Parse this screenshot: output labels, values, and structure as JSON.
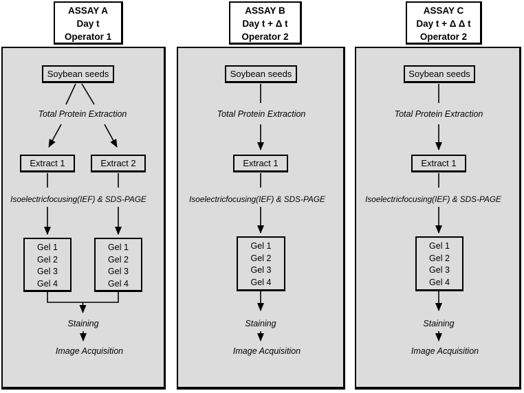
{
  "assays": [
    {
      "title": "ASSAY A",
      "day": "Day t",
      "operator": "Operator 1",
      "extracts": [
        "Extract 1",
        "Extract 2"
      ]
    },
    {
      "title": "ASSAY B",
      "day": "Day t + Δ t",
      "operator": "Operator 2",
      "extracts": [
        "Extract 1"
      ]
    },
    {
      "title": "ASSAY C",
      "day": "Day t + Δ Δ t",
      "operator": "Operator 2",
      "extracts": [
        "Extract 1"
      ]
    }
  ],
  "steps": {
    "source": "Soybean seeds",
    "extraction": "Total Protein Extraction",
    "separation": "Isoelectricfocusing(IEF) & SDS-PAGE",
    "staining": "Staining",
    "acquisition": "Image Acquisition"
  },
  "gel_labels": [
    "Gel 1",
    "Gel 2",
    "Gel 3",
    "Gel 4"
  ],
  "colors": {
    "panel_bg": "#dcdcdc",
    "header_bg": "#ffffff",
    "border": "#000000",
    "text": "#000000"
  }
}
